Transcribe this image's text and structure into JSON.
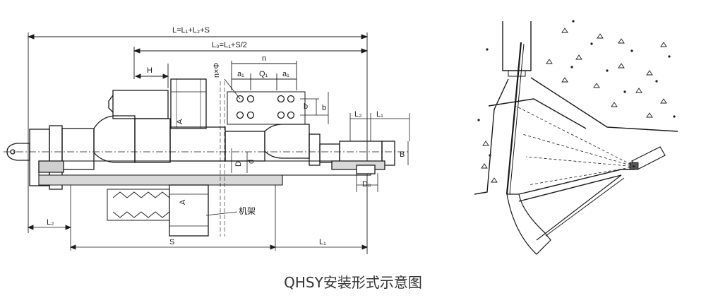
{
  "caption": "QHSY安装形式示意图",
  "left_drawing": {
    "dims": {
      "total_length": "L=L₁+L₂+S",
      "l0": "L₀=L₁+S/2",
      "h": "H",
      "n": "n",
      "a1_left": "a₁",
      "q1": "Q₁",
      "a1_right": "a₁",
      "nphi": "n×Φ",
      "b_small": "b",
      "b_large": "b",
      "l2_top": "L₂",
      "l1_top": "L₁",
      "big_b": "B",
      "a_upper": "A",
      "a_lower": "A",
      "d_big": "D",
      "d_small": "d",
      "d0": "D₀",
      "l2_bottom": "L₂",
      "s": "S",
      "l1_bottom": "L₁"
    },
    "frame_label": "机架"
  },
  "right_drawing": {}
}
